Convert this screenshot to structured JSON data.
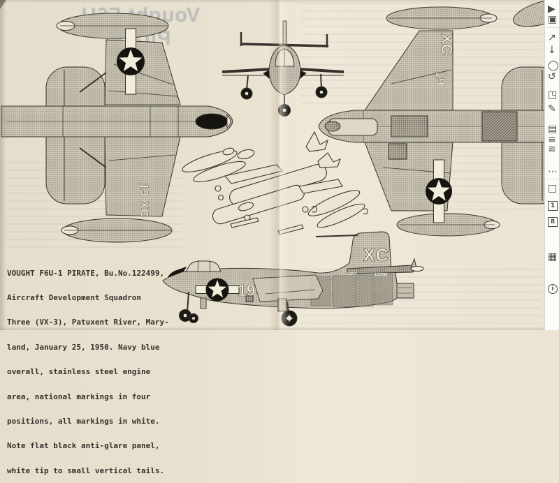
{
  "page": {
    "bleed_title": "Vought F6U Pirate",
    "caption": {
      "lines": [
        "VOUGHT F6U-1 PIRATE, Bu.No.122499,",
        "Aircraft Development Squadron",
        "Three (VX-3), Patuxent River, Mary-",
        "land, January 25, 1950. Navy blue",
        "overall, stainless steel engine",
        "area, national markings in four",
        "positions, all markings in white.",
        "Note flat black anti-glare panel,",
        "white tip to small vertical tails."
      ]
    },
    "markings": {
      "tail_code": "XC",
      "side_number": "19",
      "navy_label": "NAVY",
      "bu_number": "122499",
      "left_wing_code": "XC",
      "left_wing_number": "19",
      "right_wing_code": "XC",
      "right_wing_number": "19"
    },
    "colors": {
      "paper": "#e9e2d0",
      "ink": "#37352c",
      "insignia_dark": "#16140f",
      "insignia_light": "#f2edda"
    }
  },
  "toolbar": {
    "icons": [
      {
        "name": "video-icon",
        "glyph": "▶"
      },
      {
        "name": "camera-icon",
        "glyph": "▣"
      },
      {
        "name": "share-icon",
        "glyph": "↗"
      },
      {
        "name": "save-icon",
        "glyph": "↓"
      },
      {
        "name": "selection-icon",
        "glyph": "◯"
      },
      {
        "name": "rotate-icon",
        "glyph": "↺"
      },
      {
        "name": "crop-icon",
        "glyph": "◳"
      },
      {
        "name": "draw-icon",
        "glyph": "✎"
      },
      {
        "name": "frame-icon",
        "glyph": "▤"
      },
      {
        "name": "adjust-icon",
        "glyph": "≡"
      },
      {
        "name": "filter-icon",
        "glyph": "≋"
      },
      {
        "name": "tune-icon",
        "glyph": "⋯"
      },
      {
        "name": "square-icon",
        "glyph": "□"
      },
      {
        "name": "page-one-icon",
        "glyph": "1"
      },
      {
        "name": "page-eight-icon",
        "glyph": "8"
      },
      {
        "name": "image-icon",
        "glyph": "▦"
      },
      {
        "name": "info-icon",
        "glyph": "i"
      }
    ]
  }
}
